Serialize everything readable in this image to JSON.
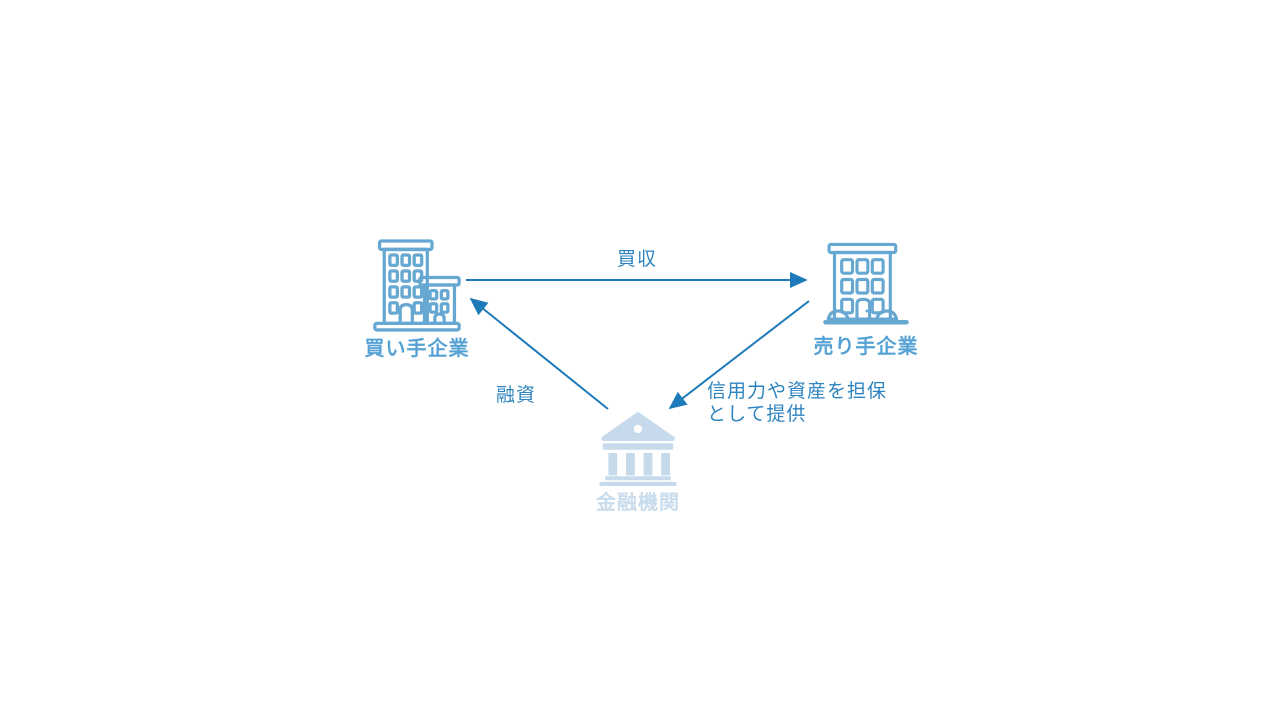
{
  "colors": {
    "arrow": "#1E7AB8",
    "edge_label": "#2E84C0",
    "node_label": "#57A2D5",
    "building_stroke": "#66A8D2",
    "bank_fill": "#C6DAEB",
    "bank_label": "#C9DCEC",
    "background": "#FFFFFF"
  },
  "diagram": {
    "nodes": {
      "buyer": {
        "label": "買い手企業",
        "icon": "office-buildings-icon"
      },
      "seller": {
        "label": "売り手企業",
        "icon": "apartment-building-icon"
      },
      "bank": {
        "label": "金融機関",
        "icon": "bank-icon"
      }
    },
    "edges": {
      "acquisition": {
        "from": "買い手企業",
        "to": "売り手企業",
        "label": "買収"
      },
      "loan": {
        "from": "金融機関",
        "to": "買い手企業",
        "label": "融資"
      },
      "collateral": {
        "from": "売り手企業",
        "to": "金融機関",
        "label": "信用力や資産を担保として提供",
        "lines": [
          "信用力や資産を担保",
          "として提供"
        ]
      }
    }
  }
}
